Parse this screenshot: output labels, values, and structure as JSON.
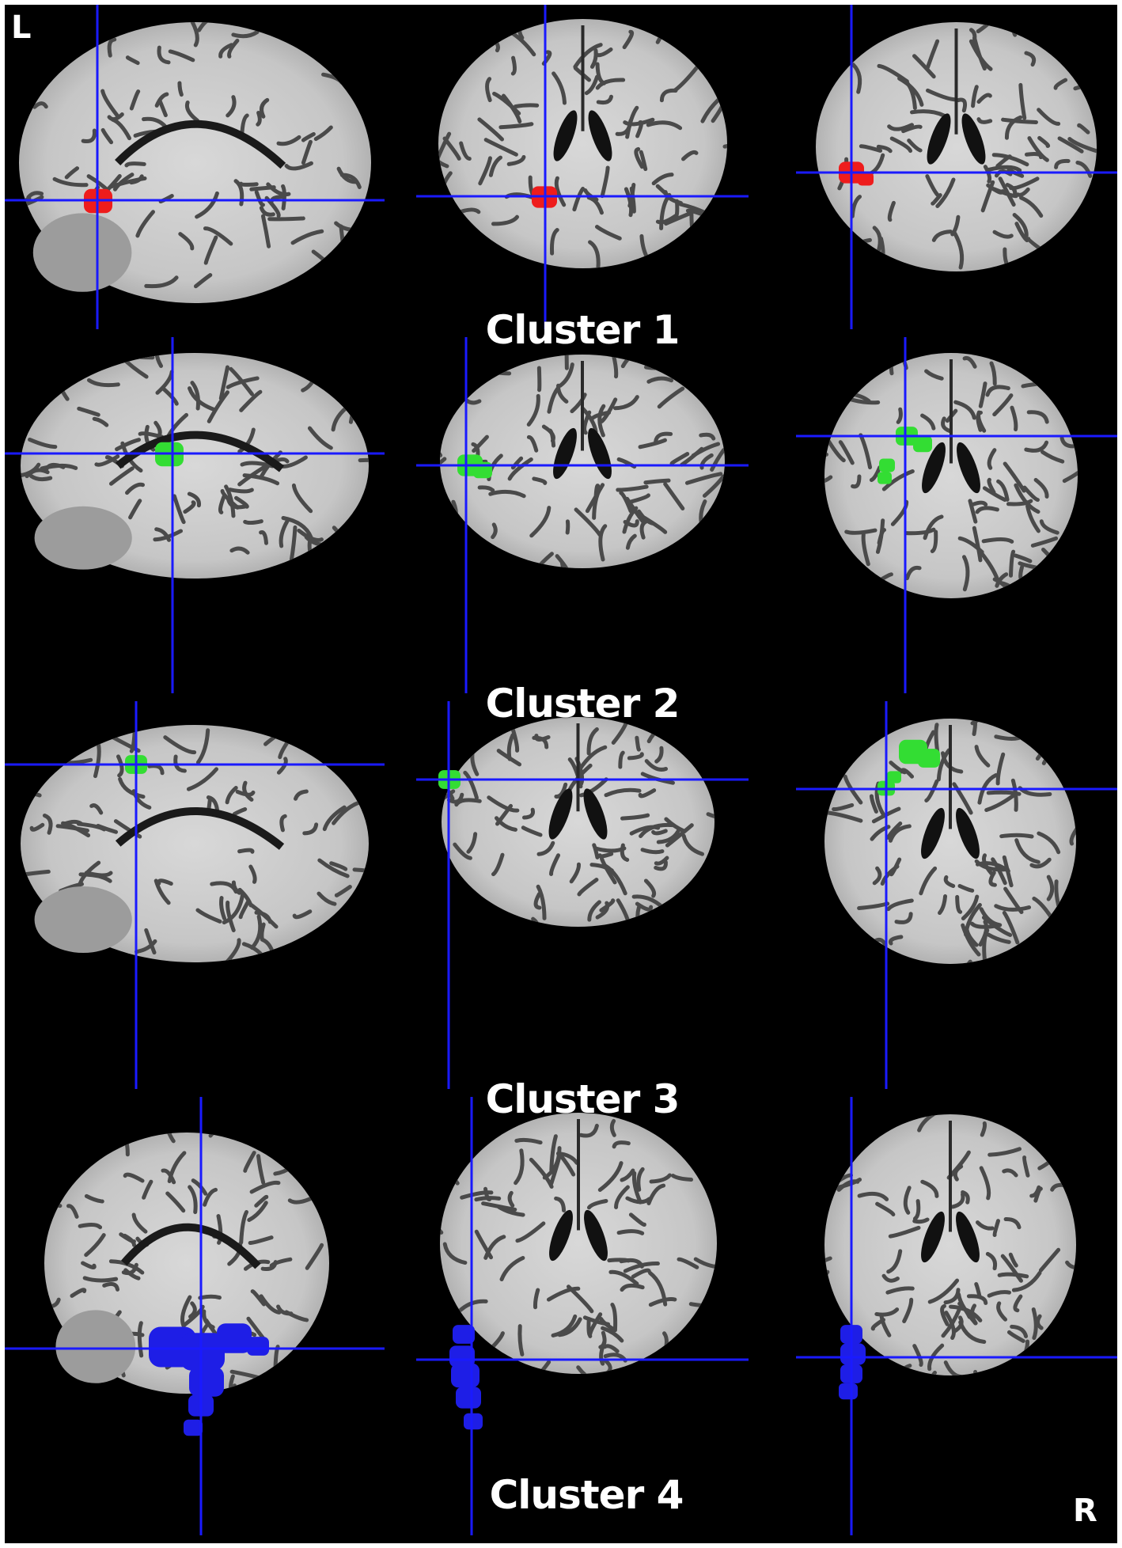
{
  "side_labels": {
    "left": "L",
    "right": "R"
  },
  "colors": {
    "background": "#000000",
    "crosshair": "#1a1aff",
    "cluster_1": "#ee1c1c",
    "cluster_2": "#33dd33",
    "cluster_3": "#33dd33",
    "cluster_4": "#1e1ee6"
  },
  "rows": [
    {
      "caption": "Cluster 1",
      "cluster_color_key": "cluster_1",
      "views": [
        "sagittal",
        "coronal",
        "axial"
      ]
    },
    {
      "caption": "Cluster 2",
      "cluster_color_key": "cluster_2",
      "views": [
        "sagittal",
        "coronal",
        "axial"
      ]
    },
    {
      "caption": "Cluster 3",
      "cluster_color_key": "cluster_3",
      "views": [
        "sagittal",
        "coronal",
        "axial"
      ]
    },
    {
      "caption": "Cluster 4",
      "cluster_color_key": "cluster_4",
      "views": [
        "sagittal",
        "coronal",
        "axial"
      ]
    }
  ]
}
